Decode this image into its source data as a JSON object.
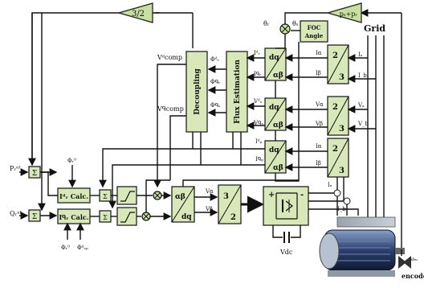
{
  "labels": {
    "gain_3_2": "3/2",
    "gain_sum": "pₛ+pᵣ",
    "grid": "Grid",
    "foc_angle_line1": "FOC",
    "foc_angle_line2": "Angle",
    "decoupling": "Decoupling",
    "flux_estimation": "Flux Estimation",
    "theta_r": "θᵣ",
    "theta_s": "θₛ",
    "v_comp_d": "Vᵈcomp",
    "v_comp_q": "Vᑫcomp",
    "phi_r_d": "Φᵈᵣ",
    "phi_r_q": "Φᑫᵣ",
    "phi_s_q": "Φᑫₛ",
    "i_r_d": "Iᵈᵣ",
    "i_r_q": "Iᑫᵣ",
    "v_s_d": "Vᵈₛ",
    "v_s_q": "Vᑫₛ",
    "i_p_d": "Iᵈₚ",
    "i_p_q": "Iᑫₚ",
    "dq": "dq",
    "ab": "αβ",
    "two": "2",
    "three": "3",
    "i_alpha": "Iα",
    "i_beta": "Iβ",
    "i_a": "Iₐ",
    "i_b": "I_b",
    "v_alpha": "Vα",
    "v_beta": "Vβ",
    "v_a": "Vₐ",
    "v_b": "V_b",
    "i_alpha_p": "Iα",
    "i_beta_p": "Iβ",
    "v_alpha_out": "Vα",
    "v_beta_out": "Vβ",
    "p_ref": "Pᵣᵉᶠ",
    "q_ref": "Qᵣᵉᶠ",
    "phi_ref_top": "Φᵣ⁰",
    "phi_ref_b1": "Φᵣ⁰",
    "phi_ref_b2": "Φᵈₛₚ",
    "calc_d": "Iᵈᵣ Calc.",
    "calc_q": "Iᑫᵣ Calc.",
    "sum": "Σ",
    "vdc": "Vdc",
    "encoder": "encoder",
    "omega_m": "ωₘ",
    "plus": "+",
    "minus": "-",
    "ia_small": "Iₐ",
    "ib_small": "I_b"
  }
}
